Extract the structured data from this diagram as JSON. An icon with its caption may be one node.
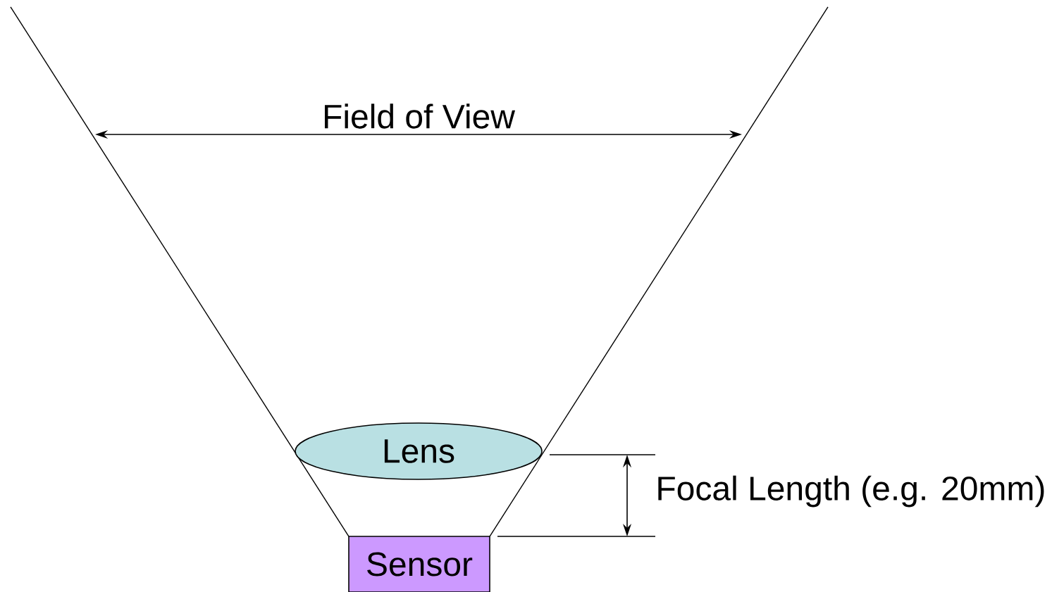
{
  "diagram": {
    "nodes": [
      {
        "text": [
          "Lens"
        ]
      },
      {
        "text": [
          "Sensor"
        ]
      }
    ],
    "labels": [
      "Field of View",
      "Focal Length (e.g. 20mm)"
    ]
  }
}
